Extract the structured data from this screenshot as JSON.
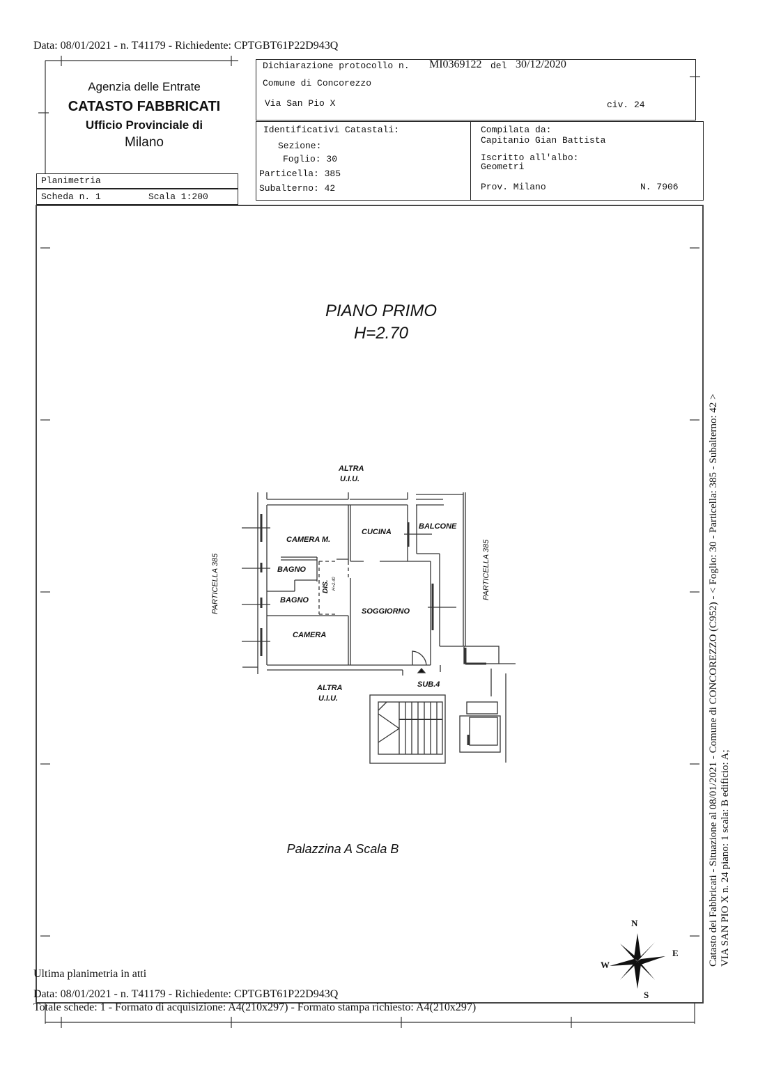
{
  "header_line": "Data: 08/01/2021 - n. T41179 - Richiedente: CPTGBT61P22D943Q",
  "agency": {
    "line1": "Agenzia delle Entrate",
    "line2": "CATASTO FABBRICATI",
    "line3": "Ufficio Provinciale di",
    "line4": "Milano"
  },
  "planimetria": {
    "title": "Planimetria",
    "scheda": "Scheda n. 1",
    "scala": "Scala 1:200"
  },
  "dichiarazione": {
    "protocollo_label": "Dichiarazione protocollo n.",
    "protocollo": "MI0369122",
    "del_label": "del",
    "date": "30/12/2020",
    "comune": "Comune di Concorezzo",
    "via": "Via San Pio X",
    "civ": "civ. 24"
  },
  "identificativi": {
    "title": "Identificativi Catastali:",
    "sezione": "Sezione:",
    "foglio": "Foglio: 30",
    "particella": "Particella: 385",
    "subalterno": "Subalterno: 42"
  },
  "compilata": {
    "label": "Compilata da:",
    "name": "Capitanio Gian Battista",
    "albo_label": "Iscritto all'albo:",
    "albo": "Geometri",
    "prov": "Prov. Milano",
    "numero": "N. 7906"
  },
  "plan": {
    "floor": "PIANO PRIMO",
    "height": "H=2.70",
    "building": "Palazzina A Scala B",
    "rooms": {
      "altra_top": "ALTRA",
      "uiu_top": "U.I.U.",
      "altra_bottom": "ALTRA",
      "uiu_bottom": "U.I.U.",
      "camera_m": "CAMERA M.",
      "cucina": "CUCINA",
      "balcone": "BALCONE",
      "bagno1": "BAGNO",
      "bagno2": "BAGNO",
      "dis": "DIS.",
      "dis_h": "H=2.40",
      "soggiorno": "SOGGIORNO",
      "camera": "CAMERA",
      "sub4": "SUB.4",
      "particella_left": "PARTICELLA 385",
      "particella_right": "PARTICELLA 385"
    },
    "compass": {
      "n": "N",
      "s": "S",
      "e": "E",
      "w": "W"
    }
  },
  "side_text": {
    "line1": "Catasto dei Fabbricati - Situazione al 08/01/2021 - Comune di CONCOREZZO (C952) - < Foglio: 30 - Particella: 385 - Subalterno: 42 >",
    "line2": "VIA SAN PIO X n. 24 piano: 1 scala: B edificio: A;"
  },
  "footer": {
    "ultima": "Ultima planimetria in atti",
    "data": "Data: 08/01/2021 - n. T41179 - Richiedente: CPTGBT61P22D943Q",
    "totale": "Totale schede: 1 - Formato di acquisizione: A4(210x297)  - Formato stampa richiesto: A4(210x297)"
  }
}
